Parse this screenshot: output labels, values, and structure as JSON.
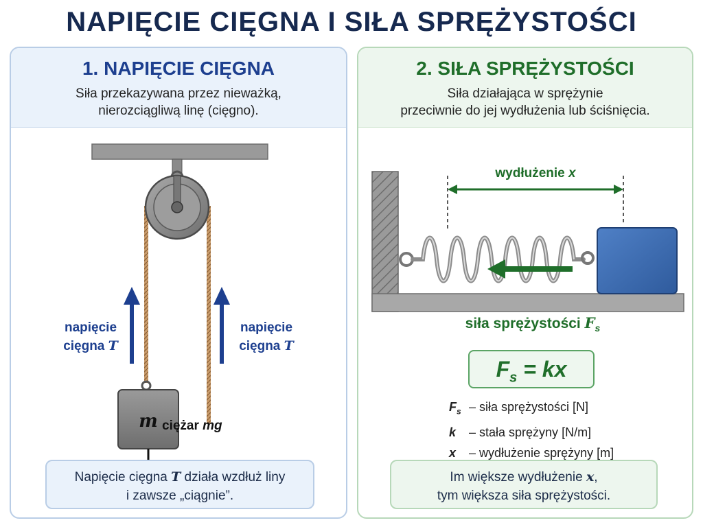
{
  "title": "NAPIĘCIE CIĘGNA I SIŁA SPRĘŻYSTOŚCI",
  "left": {
    "heading": "1. NAPIĘCIE CIĘGNA",
    "subtitle_line1": "Siła przekazywana przez nieważką,",
    "subtitle_line2": "nierozciągliwą linę (cięgno).",
    "tension_label_line1": "napięcie",
    "tension_label_line2": "cięgna",
    "tension_symbol": "T",
    "mass_label": "m",
    "weight_label": "ciężar",
    "weight_symbol": "mg",
    "note_part1": "Napięcie cięgna ",
    "note_symbol": "T",
    "note_part2": " działa wzdłuż liny",
    "note_line2": "i zawsze „ciągnie”."
  },
  "right": {
    "heading": "2. SIŁA SPRĘŻYSTOŚCI",
    "subtitle_line1": "Siła działająca w sprężynie",
    "subtitle_line2": "przeciwnie do jej wydłużenia lub ściśnięcia.",
    "extension_label": "wydłużenie",
    "extension_symbol": "x",
    "force_label": "siła sprężystości",
    "force_symbol": "F",
    "force_subscript": "s",
    "formula_lhs": "F",
    "formula_sub": "s",
    "formula_rhs": " = kx",
    "legend": [
      {
        "key": "F",
        "sub": "s",
        "text": " – siła sprężystości [N]"
      },
      {
        "key": "k",
        "sub": "",
        "text": " – stała sprężyny [N/m]"
      },
      {
        "key": "x",
        "sub": "",
        "text": " – wydłużenie sprężyny [m]"
      }
    ],
    "note_part1": "Im większe wydłużenie ",
    "note_symbol": "x",
    "note_part2": ",",
    "note_line2": "tym większa siła sprężystości."
  },
  "colors": {
    "title": "#16294f",
    "blue_accent": "#1d3f8f",
    "green_accent": "#1f6e2a",
    "block_blue": "#3f6fb6",
    "rope": "#b98a5a",
    "gray_metal": "#8a8a8a"
  }
}
